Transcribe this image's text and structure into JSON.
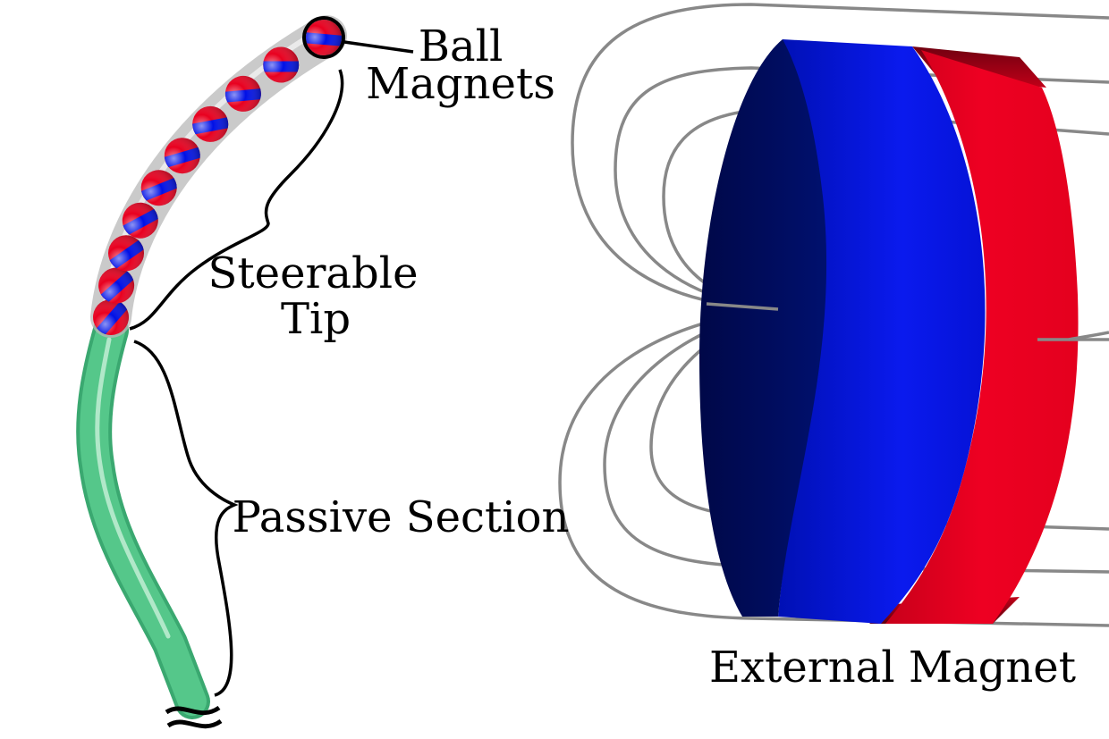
{
  "labels": {
    "ball_line1": "Ball",
    "ball_line2": "Magnets",
    "steer_line1": "Steerable",
    "steer_line2": "Tip",
    "passive": "Passive Section",
    "external": "External Magnet"
  },
  "colors": {
    "north": "#e8001f",
    "south": "#0010e6",
    "passive_tube": "#4fc384",
    "field_lines": "#888888",
    "magnet_blue_dark": "#000a5a",
    "magnet_blue": "#0614e0",
    "magnet_red": "#e8001e"
  },
  "diagram": {
    "ball_magnet_count": 10
  }
}
